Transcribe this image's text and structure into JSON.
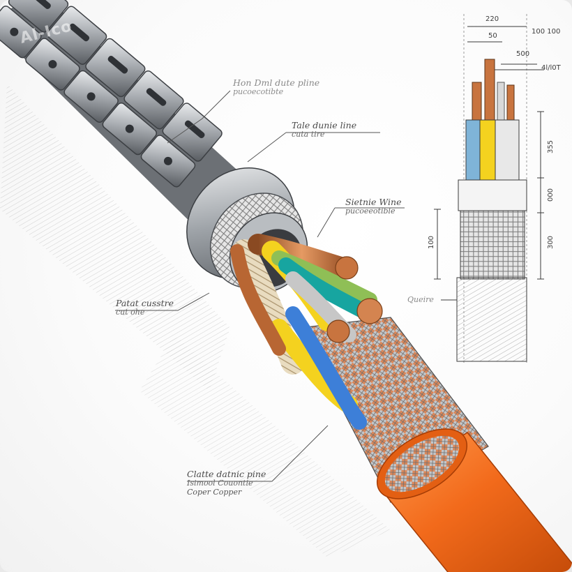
{
  "watermark": "Al-Ico",
  "callouts": {
    "top": {
      "line1": "Hon Dml dute pline",
      "line2": "pucoecotibte"
    },
    "upper": {
      "line1": "Tale dunie line",
      "line2": "cuta tire"
    },
    "middle": {
      "line1": "Sietnie Wine",
      "line2": "pucoeeotible"
    },
    "left": {
      "line1": "Patat cusstre",
      "line2": "cut ohe"
    },
    "bottom": {
      "line1": "Clatte datnic pine",
      "line2": "Isimool Couontie",
      "line3": "Coper Copper"
    },
    "schematic": {
      "line1": "Queire"
    }
  },
  "dimensions": {
    "d1": "220",
    "d2": "50",
    "d3": "500",
    "d4": "100 100",
    "d5": "4l/l0T",
    "d6": "355",
    "d7": "000",
    "d8": "100",
    "d9": "300"
  },
  "colors": {
    "jacket_orange": "#f26a1b",
    "copper": "#c8743f",
    "wire_yellow": "#f4d21f",
    "wire_blue": "#3d7fd8",
    "wire_teal": "#17a5a0",
    "wire_green": "#8fbf56",
    "steel": "#a9adb2"
  }
}
